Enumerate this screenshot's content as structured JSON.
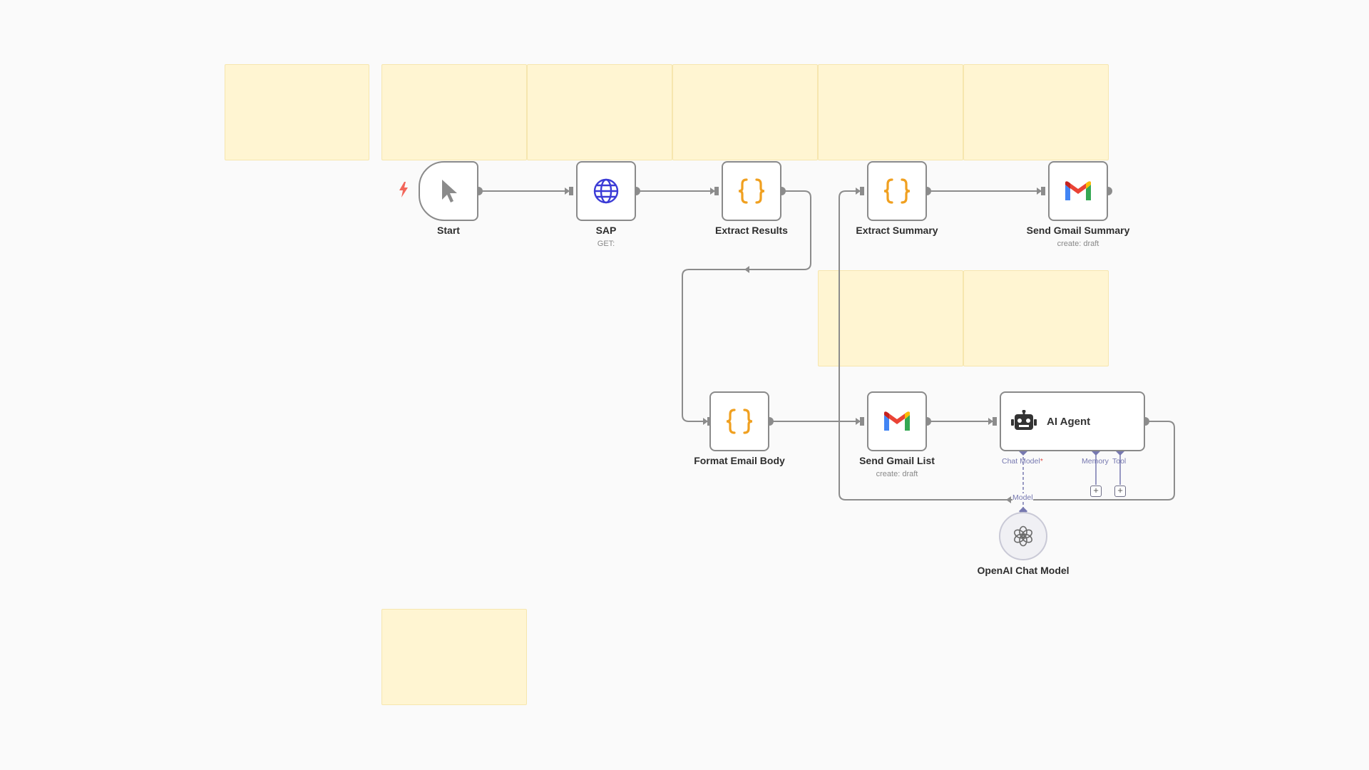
{
  "workflow": {
    "nodes": {
      "start": {
        "label": "Start",
        "icon": "cursor-icon"
      },
      "sap": {
        "label": "SAP",
        "subtitle": "GET:",
        "icon": "globe-icon"
      },
      "extract_results": {
        "label": "Extract Results",
        "icon": "code-braces-icon"
      },
      "extract_summary": {
        "label": "Extract Summary",
        "icon": "code-braces-icon"
      },
      "send_gmail_summary": {
        "label": "Send Gmail Summary",
        "subtitle": "create: draft",
        "icon": "gmail-icon"
      },
      "format_email_body": {
        "label": "Format Email Body",
        "icon": "code-braces-icon"
      },
      "send_gmail_list": {
        "label": "Send Gmail List",
        "subtitle": "create: draft",
        "icon": "gmail-icon"
      },
      "ai_agent": {
        "label": "AI Agent",
        "icon": "robot-icon"
      },
      "openai_chat_model": {
        "label": "OpenAI Chat Model",
        "icon": "openai-icon"
      }
    },
    "agent_ports": {
      "chat_model": "Chat Model",
      "required_marker": "*",
      "memory": "Memory",
      "tool": "Tool",
      "model": "Model"
    },
    "add_symbol": "+"
  },
  "colors": {
    "canvas": "#fafafa",
    "sticky": "#fff5d2",
    "node_border": "#8a8a8a",
    "connector": "#8c8c8c",
    "ai_port": "#7678b0",
    "code_icon": "#f0a020",
    "globe_icon": "#3b3bd6",
    "trigger_bolt": "#f2665a"
  }
}
